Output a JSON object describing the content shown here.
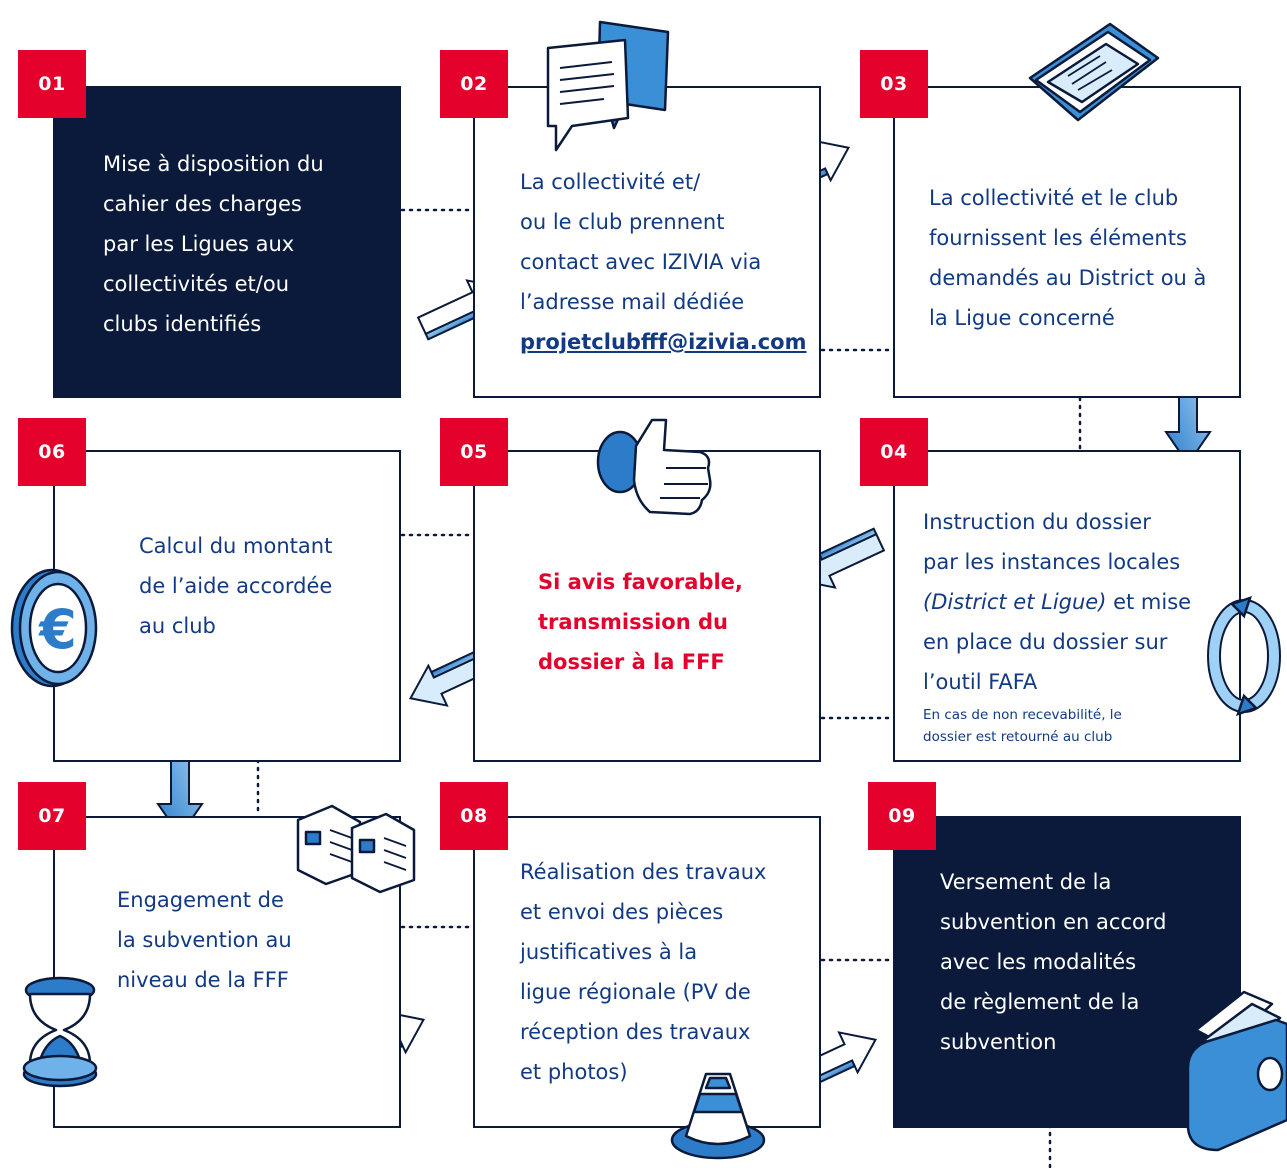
{
  "steps": [
    {
      "id": "01",
      "number": "01",
      "text": "Mise à disposition du\ncahier des charges\npar les Ligues aux\ncollectivités et/ou\nclubs identifiés"
    },
    {
      "id": "02",
      "number": "02",
      "text": "La collectivité et/\nou le club prennent\ncontact avec IZIVIA via\nl’adresse mail dédiée",
      "email": "projetclubfff@izivia.com"
    },
    {
      "id": "03",
      "number": "03",
      "text": "La collectivité et le club\nfournissent les éléments\ndemandés au District ou à\nla Ligue concerné"
    },
    {
      "id": "04",
      "number": "04",
      "text_before": "Instruction du dossier\npar les instances locales\n",
      "text_italic": "(District et Ligue)",
      "text_after": " et mise\nen place du dossier sur\nl’outil FAFA",
      "note": "En cas de non recevabilité, le\ndossier est retourné au club"
    },
    {
      "id": "05",
      "number": "05",
      "text": "Si avis favorable,\ntransmission du\ndossier à la FFF"
    },
    {
      "id": "06",
      "number": "06",
      "text": "Calcul du montant\nde l’aide accordée\nau club"
    },
    {
      "id": "07",
      "number": "07",
      "text": "Engagement de\nla subvention au\nniveau de la FFF"
    },
    {
      "id": "08",
      "number": "08",
      "text": "Réalisation des travaux\net envoi des pièces\njustificatives à la\nligue régionale (PV de\nréception des travaux\net photos)"
    },
    {
      "id": "09",
      "number": "09",
      "text": "Versement de la\nsubvention en accord\navec les modalités\nde règlement de la\nsubvention"
    }
  ],
  "icons": [
    "chat-bubbles-icon",
    "tablet-icon",
    "thumbs-up-icon",
    "euro-coin-icon",
    "refresh-icon",
    "hourglass-icon",
    "documents-icon",
    "traffic-cone-icon",
    "wallet-icon",
    "arrow-icon"
  ],
  "colors": {
    "navy": "#0b1a3a",
    "red": "#e4022c",
    "blue_text": "#123a82",
    "icon_blue": "#3a8fd6"
  }
}
